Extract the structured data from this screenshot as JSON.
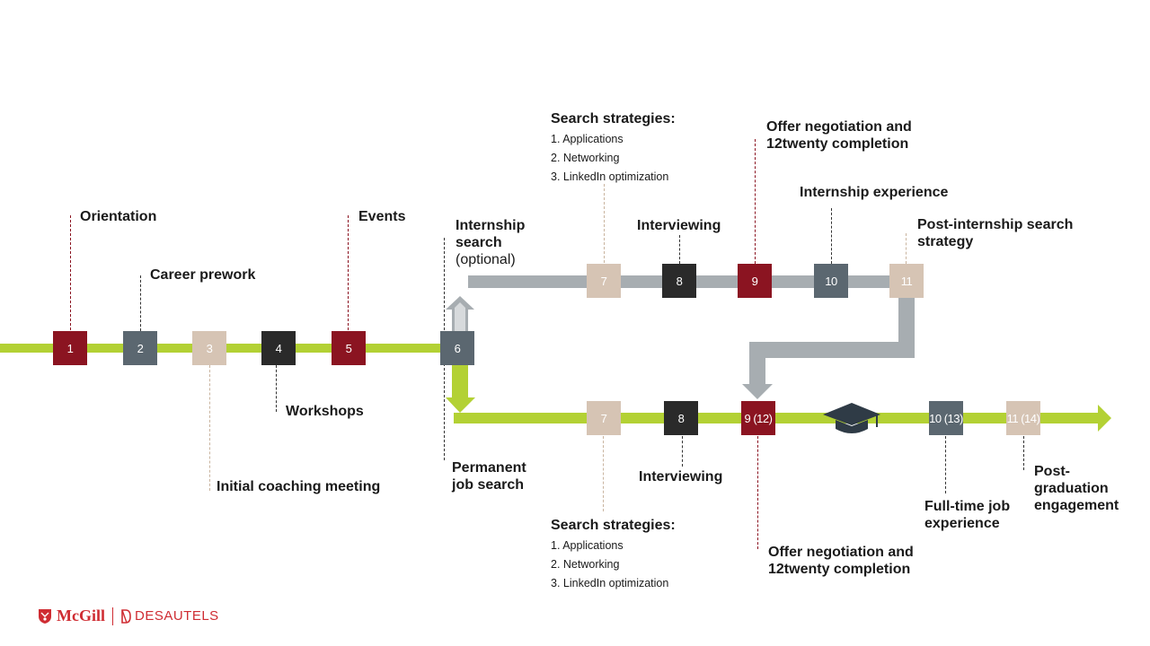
{
  "colors": {
    "green": "#b3d134",
    "gray_track": "#a7adb1",
    "red": "#8b1421",
    "slate": "#5b6770",
    "tan": "#d6c4b4",
    "black": "#2a2a2a",
    "brand_red": "#cf2c32"
  },
  "main_steps": [
    {
      "num": "1",
      "label": "Orientation"
    },
    {
      "num": "2",
      "label": "Career prework"
    },
    {
      "num": "3",
      "label": "Initial coaching meeting"
    },
    {
      "num": "4",
      "label": "Workshops"
    },
    {
      "num": "5",
      "label": "Events"
    },
    {
      "num": "6"
    }
  ],
  "internship": {
    "label_line1": "Internship",
    "label_line2": "search",
    "label_line3": "(optional)",
    "steps": [
      {
        "num": "7",
        "label": "Search strategies:"
      },
      {
        "num": "8",
        "label": "Interviewing"
      },
      {
        "num": "9",
        "label_line1": "Offer negotiation and",
        "label_line2": "12twenty completion"
      },
      {
        "num": "10",
        "label": "Internship experience"
      },
      {
        "num": "11",
        "label_line1": "Post-internship search",
        "label_line2": "strategy"
      }
    ],
    "strategies": [
      "1. Applications",
      "2. Networking",
      "3. LinkedIn optimization"
    ]
  },
  "permanent": {
    "label_line1": "Permanent",
    "label_line2": "job search",
    "steps": [
      {
        "num": "7",
        "label": "Search strategies:"
      },
      {
        "num": "8",
        "label": "Interviewing"
      },
      {
        "num": "9 (12)",
        "label_line1": "Offer negotiation and",
        "label_line2": "12twenty completion"
      },
      {
        "num": "10 (13)",
        "label_line1": "Full-time job",
        "label_line2": "experience"
      },
      {
        "num": "11 (14)",
        "label_line1": "Post-",
        "label_line2": "graduation",
        "label_line3": "engagement"
      }
    ],
    "strategies": [
      "1. Applications",
      "2. Networking",
      "3. LinkedIn optimization"
    ],
    "graduation_icon": "graduation-cap-icon"
  },
  "logo": {
    "name": "McGill",
    "faculty": "DESAUTELS",
    "icon": "mcgill-crest-icon"
  }
}
